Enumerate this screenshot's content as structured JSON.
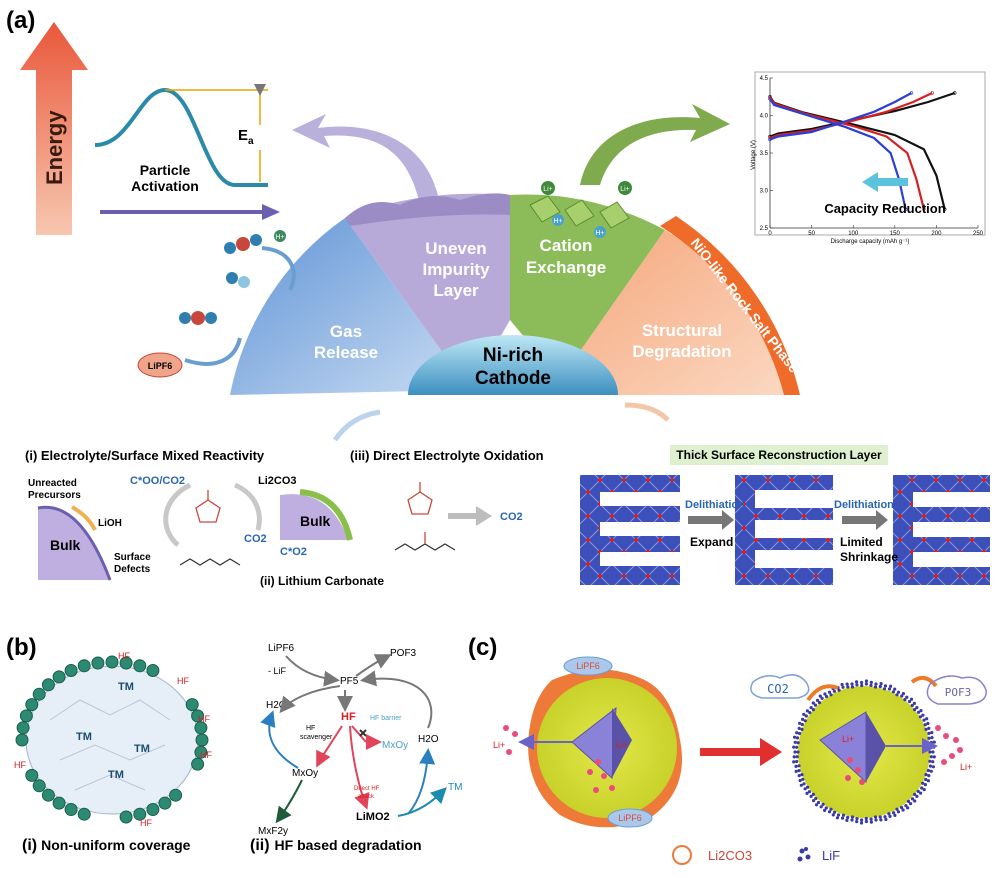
{
  "panels": {
    "a": "(a)",
    "b": "(b)",
    "c": "(c)"
  },
  "a": {
    "energy_label": "Energy",
    "ea_label": "E",
    "ea_sub": "a",
    "particle_activation": [
      "Particle",
      "Activation"
    ],
    "segments": {
      "gas": [
        "Gas",
        "Release"
      ],
      "uneven": [
        "Uneven",
        "Impurity",
        "Layer"
      ],
      "cation": [
        "Cation",
        "Exchange"
      ],
      "structural": [
        "Structural",
        "Degradation"
      ],
      "rock_salt": "NiO-like Rock Salt Phase"
    },
    "center": [
      "Ni-rich",
      "Cathode"
    ],
    "molecules": {
      "h_plus": "H+",
      "li_plus": "Li+",
      "lipf6": "LiPF6"
    },
    "mixed_title": "(i) Electrolyte/Surface Mixed Reactivity",
    "lithium_carbonate": "(ii) Lithium Carbonate",
    "direct_oxidation": "(iii) Direct Electrolyte Oxidation",
    "labels": {
      "unreacted": [
        "Unreacted",
        "Precursors"
      ],
      "lioh": "LiOH",
      "bulk": "Bulk",
      "surface_defects": [
        "Surface",
        "Defects"
      ],
      "coo_co2": "C*OO/CO2",
      "li2co3": "Li2CO3",
      "co2": "CO2",
      "c_o2": "C*O2",
      "co2_right": "CO2"
    },
    "thick_layer": "Thick Surface Reconstruction Layer",
    "delithiation": "Delithiation",
    "expand": "Expand",
    "limited_shrinkage": [
      "Limited",
      "Shrinkage"
    ],
    "capacity_reduction": "Capacity Reduction"
  },
  "chart_data": {
    "type": "line",
    "xlabel": "Discharge capacity (mAh g⁻¹)",
    "ylabel": "Voltage (V)",
    "xlim": [
      0,
      250
    ],
    "ylim": [
      2.5,
      4.5
    ],
    "xticks": [
      0,
      50,
      100,
      150,
      200,
      250
    ],
    "yticks": [
      2.5,
      3.0,
      3.5,
      4.0,
      4.5
    ],
    "annotation": "Capacity Reduction",
    "series": [
      {
        "color": "#111111",
        "charge": {
          "x": [
            0,
            10,
            50,
            100,
            150,
            190,
            222
          ],
          "y": [
            3.72,
            3.76,
            3.82,
            3.94,
            4.06,
            4.18,
            4.3
          ]
        },
        "discharge": {
          "x": [
            0,
            5,
            40,
            100,
            150,
            185,
            200,
            210
          ],
          "y": [
            4.25,
            4.17,
            4.04,
            3.88,
            3.74,
            3.55,
            3.2,
            2.75
          ]
        }
      },
      {
        "color": "#d62020",
        "charge": {
          "x": [
            0,
            10,
            50,
            100,
            140,
            172,
            195
          ],
          "y": [
            3.7,
            3.74,
            3.8,
            3.93,
            4.05,
            4.18,
            4.3
          ]
        },
        "discharge": {
          "x": [
            0,
            5,
            40,
            100,
            140,
            165,
            176,
            185
          ],
          "y": [
            4.24,
            4.16,
            4.03,
            3.86,
            3.72,
            3.5,
            3.15,
            2.75
          ]
        }
      },
      {
        "color": "#2b3fd6",
        "charge": {
          "x": [
            0,
            10,
            50,
            90,
            125,
            150,
            170
          ],
          "y": [
            3.68,
            3.72,
            3.78,
            3.92,
            4.05,
            4.18,
            4.3
          ]
        },
        "discharge": {
          "x": [
            0,
            5,
            40,
            90,
            125,
            145,
            155,
            163
          ],
          "y": [
            4.22,
            4.14,
            4.02,
            3.85,
            3.7,
            3.5,
            3.15,
            2.75
          ]
        }
      }
    ]
  },
  "b": {
    "hf": "HF",
    "tm": "TM",
    "caption_i_num": "(i)",
    "caption_i": "Non-uniform  coverage",
    "caption_ii_num": "(ii)",
    "caption_ii": "HF based degradation",
    "chem": {
      "lipf6": "LiPF6",
      "minus_lif": "- LiF",
      "pf5": "PF5",
      "pof3": "POF3",
      "h2o": "H2O",
      "hf_center": "HF",
      "hf_scavenger": [
        "HF",
        "scavenger"
      ],
      "hf_barrier": "HF barrier",
      "mxoy_right": "MxOy",
      "mxoy": "MxOy",
      "direct_hf": [
        "Direct HF",
        "attack"
      ],
      "h2o_right": "H2O",
      "tm": "TM",
      "limo2": "LiMO2",
      "mxf2y": "MxF2y"
    }
  },
  "c": {
    "lipf6_top": "LiPF6",
    "lipf6_bottom": "LiPF6",
    "li_plus": "Li+",
    "co2": "CO2",
    "pof3": "POF3",
    "legend_li2co3": "Li2CO3",
    "legend_lif": "LiF"
  }
}
